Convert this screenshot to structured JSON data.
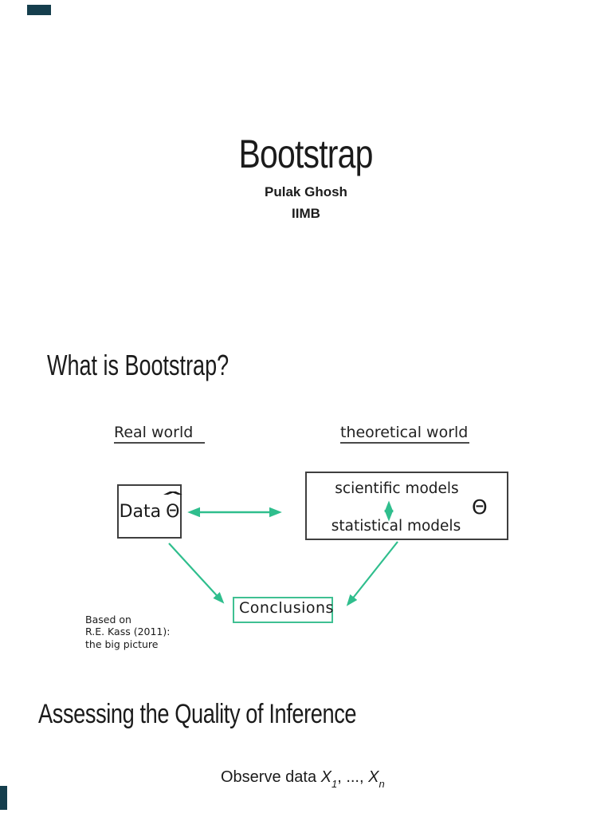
{
  "colors": {
    "ink": "#1b1b1b",
    "arrow": "#2fbe8d",
    "border": "#3f3f3f",
    "green": "#3fc092",
    "mark": "#153e4d"
  },
  "slide1": {
    "title": "Bootstrap",
    "author": "Pulak Ghosh",
    "institute": "IIMB",
    "heading": "What is Bootstrap?",
    "diagram": {
      "left_label": "Real world",
      "right_label": "theoretical world",
      "data_box": {
        "label": "Data",
        "theta": "Θ",
        "hat": "ˆ"
      },
      "theory_box": {
        "line1": "scientific models",
        "line2": "statistical models",
        "theta": "Θ"
      },
      "conclusions": "Conclusions",
      "note": [
        "Based on",
        "R.E. Kass (2011):",
        "the big picture"
      ]
    }
  },
  "slide2": {
    "heading": "Assessing the Quality of Inference",
    "observe": {
      "prefix": "Observe data ",
      "x1": "X",
      "sub1": "1",
      "mid": ", ..., ",
      "x2": "X",
      "subn": "n"
    }
  }
}
